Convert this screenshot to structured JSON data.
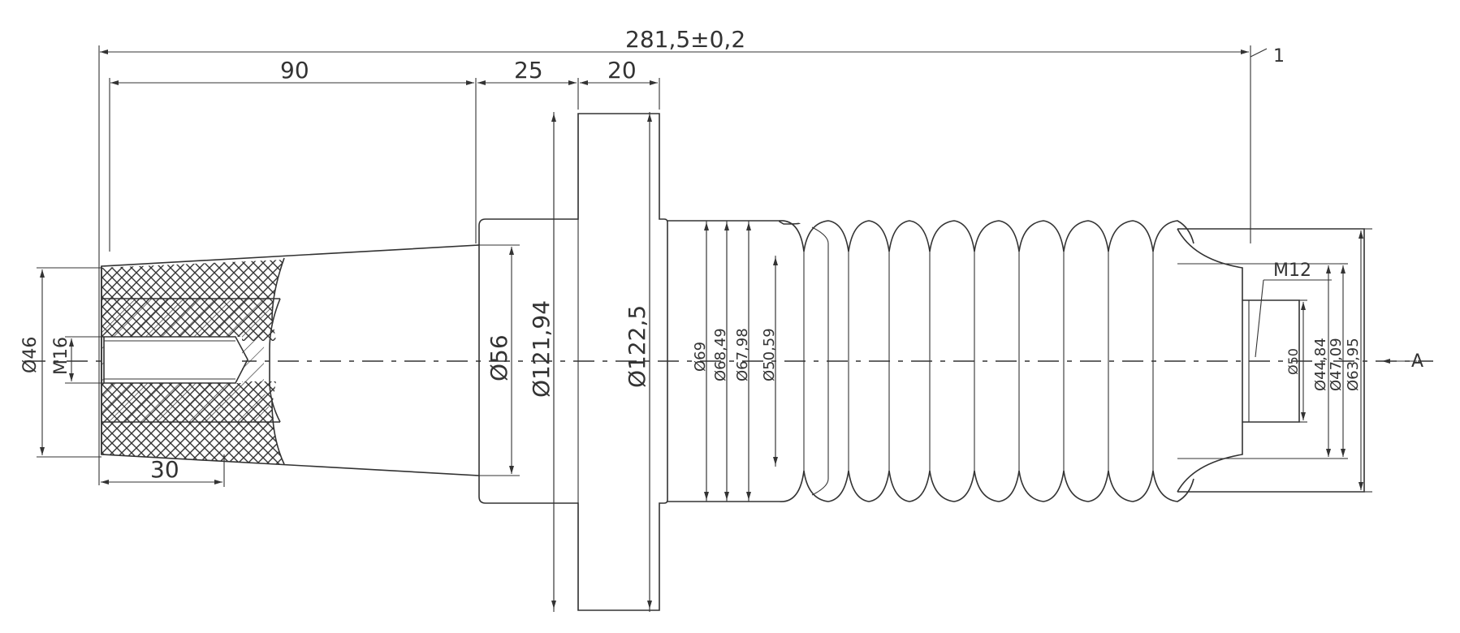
{
  "drawing": {
    "dims": {
      "overall": "281,5±0,2",
      "label_1": "1",
      "len_90": "90",
      "len_25": "25",
      "len_20": "20",
      "len_30": "30",
      "dia_46": "Ø46",
      "m16": "M16",
      "dia_56": "Ø56",
      "dia_121": "Ø121,94",
      "dia_122": "Ø122,5",
      "dia_69": "Ø69",
      "dia_68": "Ø68,49",
      "dia_67": "Ø67,98",
      "dia_50_59": "Ø50,59",
      "m12": "M12",
      "dia_50": "Ø50",
      "dia_44": "Ø44,84",
      "dia_47": "Ø47,09",
      "dia_63": "Ø63,95",
      "arrow_a": "A"
    },
    "colors": {
      "line": "#333333",
      "background": "#ffffff"
    }
  }
}
